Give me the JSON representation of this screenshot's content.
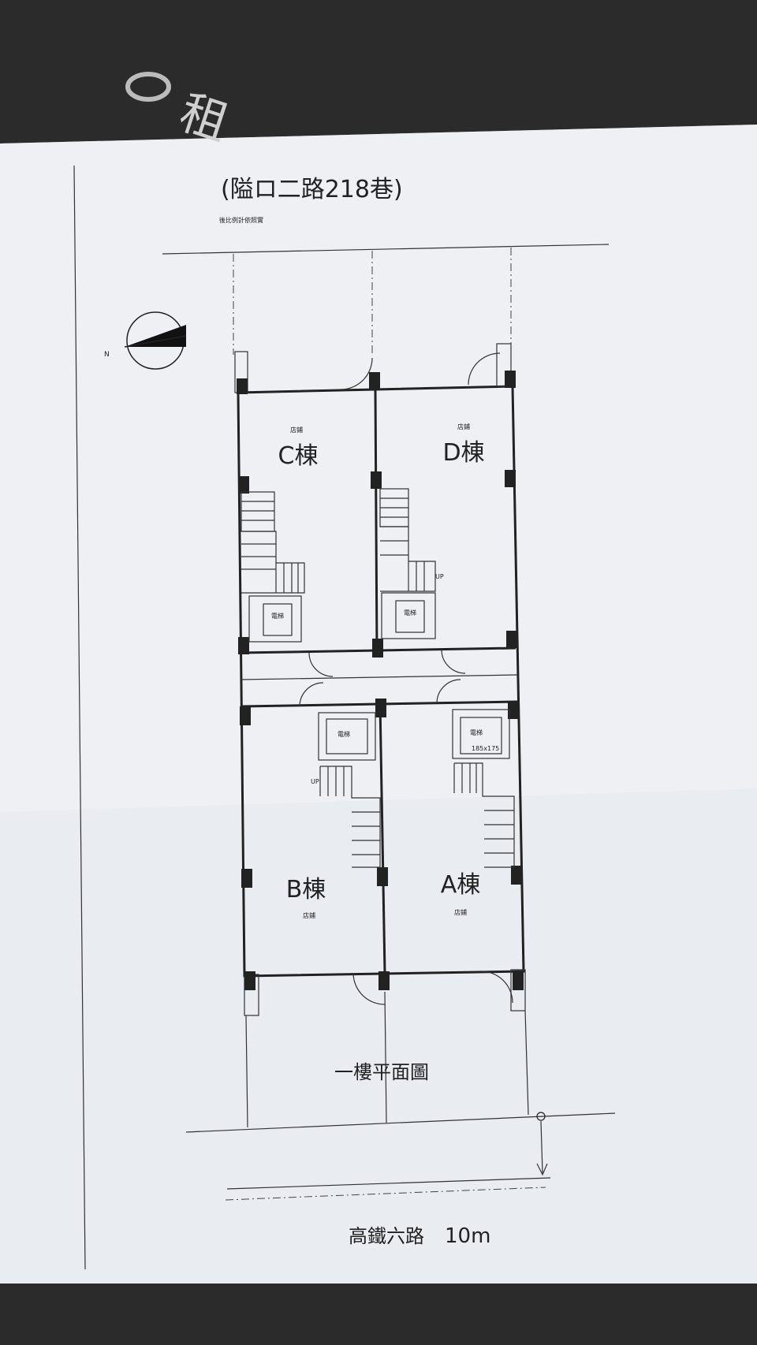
{
  "road_top": {
    "label": "(隘ロ二路218巷)",
    "note": "後比例計依照實"
  },
  "units": [
    {
      "id": "C",
      "name": "C棟",
      "use": "店鋪"
    },
    {
      "id": "D",
      "name": "D棟",
      "use": "店鋪"
    },
    {
      "id": "B",
      "name": "B棟",
      "use": "店鋪"
    },
    {
      "id": "A",
      "name": "A棟",
      "use": "店鋪"
    }
  ],
  "elevator_label": "電梯",
  "elevator_dims": "185x175",
  "stair_up": "UP",
  "floor_title": "一樓平面圖",
  "road_bottom": {
    "name": "高鐵六路",
    "width": "10m"
  },
  "compass": {
    "north_label": "N"
  },
  "stamp": "租"
}
